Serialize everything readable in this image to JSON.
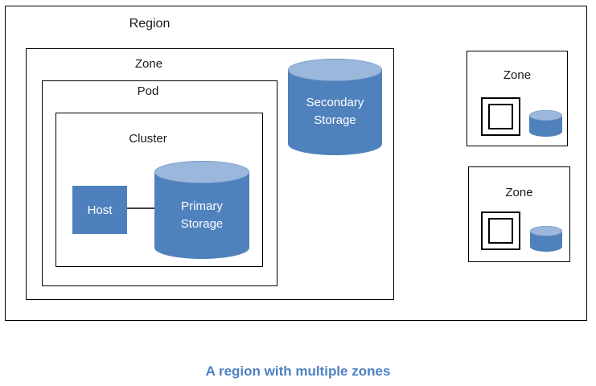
{
  "region": {
    "label": "Region"
  },
  "main_zone": {
    "label": "Zone"
  },
  "pod": {
    "label": "Pod"
  },
  "cluster": {
    "label": "Cluster"
  },
  "host": {
    "label": "Host"
  },
  "primary_storage": {
    "label": "Primary\nStorage"
  },
  "secondary_storage": {
    "label": "Secondary\nStorage"
  },
  "small_zone_1": {
    "label": "Zone"
  },
  "small_zone_2": {
    "label": "Zone"
  },
  "caption": "A region with multiple zones",
  "colors": {
    "box_border": "#000000",
    "cylinder_body": "#4f81bd",
    "cylinder_top": "#9cb7dc",
    "host_fill": "#4d80bd",
    "connector": "#404040",
    "caption_text": "#4e80c3",
    "diagram_text": "#1a1a1a",
    "shape_text": "#ffffff"
  }
}
